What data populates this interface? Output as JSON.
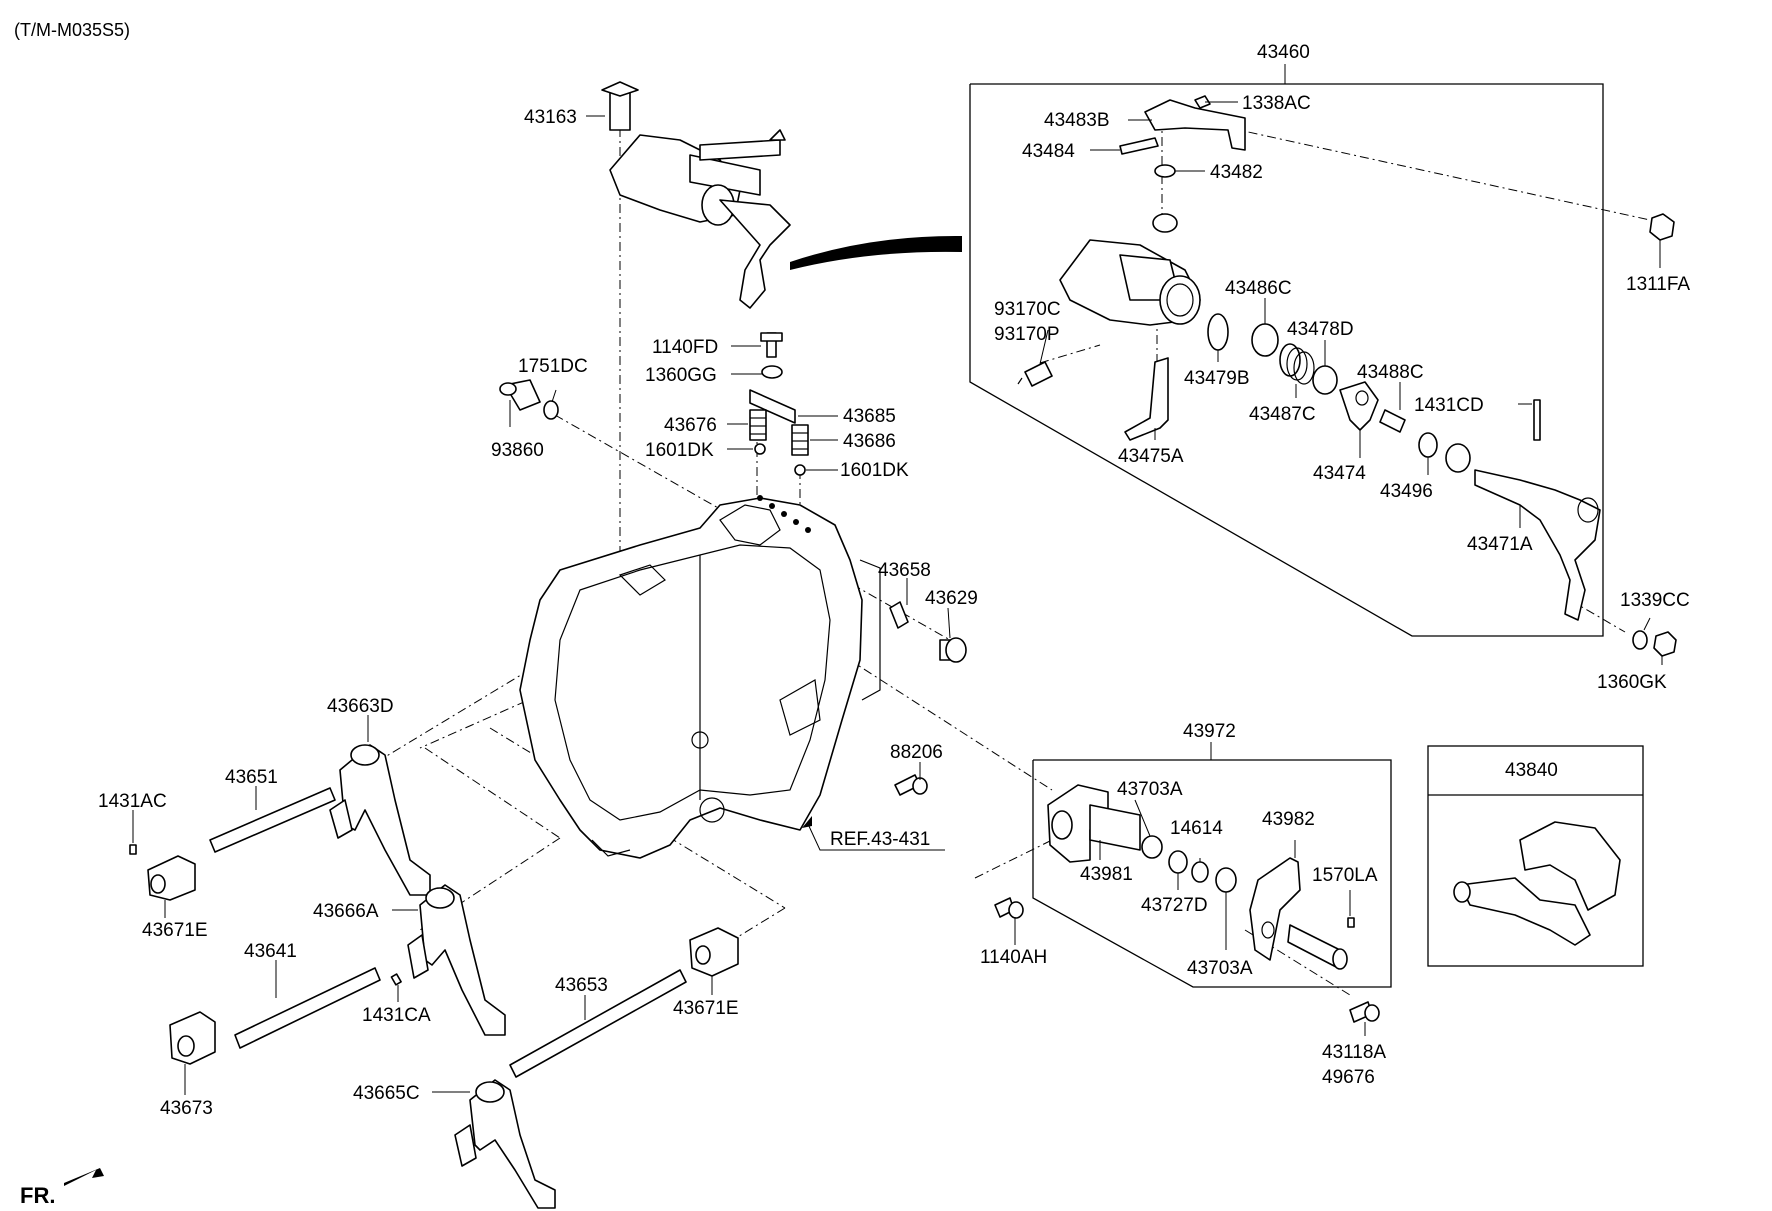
{
  "header": {
    "model": "(T/M-M035S5)"
  },
  "footer": {
    "front_label": "FR."
  },
  "reference": {
    "label": "REF.43-431"
  },
  "groups": {
    "g43460": "43460",
    "g43972": "43972",
    "g43840": "43840"
  },
  "labels": {
    "p43163": "43163",
    "p1751DC": "1751DC",
    "p93860": "93860",
    "p1140FD": "1140FD",
    "p1360GG": "1360GG",
    "p43676": "43676",
    "p1601DK_a": "1601DK",
    "p43685": "43685",
    "p43686": "43686",
    "p1601DK_b": "1601DK",
    "p43658": "43658",
    "p43629": "43629",
    "p43663D": "43663D",
    "p43651": "43651",
    "p1431AC": "1431AC",
    "p43671E_a": "43671E",
    "p43666A": "43666A",
    "p43641": "43641",
    "p1431CA": "1431CA",
    "p43673": "43673",
    "p43653": "43653",
    "p43671E_b": "43671E",
    "p43665C": "43665C",
    "p88206": "88206",
    "p1140AH": "1140AH",
    "p43483B": "43483B",
    "p1338AC": "1338AC",
    "p43484": "43484",
    "p43482": "43482",
    "p1311FA": "1311FA",
    "p93170C": "93170C",
    "p93170P": "93170P",
    "p43486C": "43486C",
    "p43478D": "43478D",
    "p43479B": "43479B",
    "p43488C": "43488C",
    "p43487C": "43487C",
    "p1431CD": "1431CD",
    "p43475A": "43475A",
    "p43474": "43474",
    "p43496": "43496",
    "p43471A": "43471A",
    "p1339CC": "1339CC",
    "p1360GK": "1360GK",
    "p43703A_a": "43703A",
    "p14614": "14614",
    "p43982": "43982",
    "p43981": "43981",
    "p1570LA": "1570LA",
    "p43727D": "43727D",
    "p43703A_b": "43703A",
    "p43118A": "43118A",
    "p49676": "49676"
  }
}
